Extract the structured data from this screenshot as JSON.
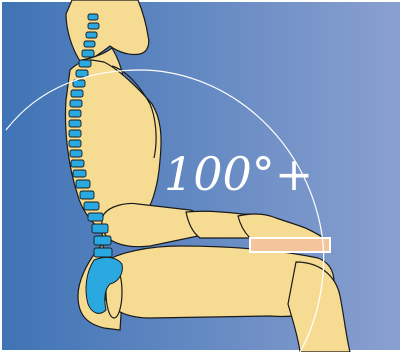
{
  "annotation": {
    "angle_label": "100°+"
  },
  "colors": {
    "background_left": "#3f73b5",
    "background_right": "#8aa0d0",
    "skin": "#f6dc93",
    "outline": "#1a1a1a",
    "spine_blue": "#2aa9e0",
    "arc_line": "#ffffff",
    "armrest": "#f4c59a"
  },
  "icons": [
    "seated-mannequin",
    "spine",
    "pelvis",
    "angle-arc",
    "armrest"
  ]
}
